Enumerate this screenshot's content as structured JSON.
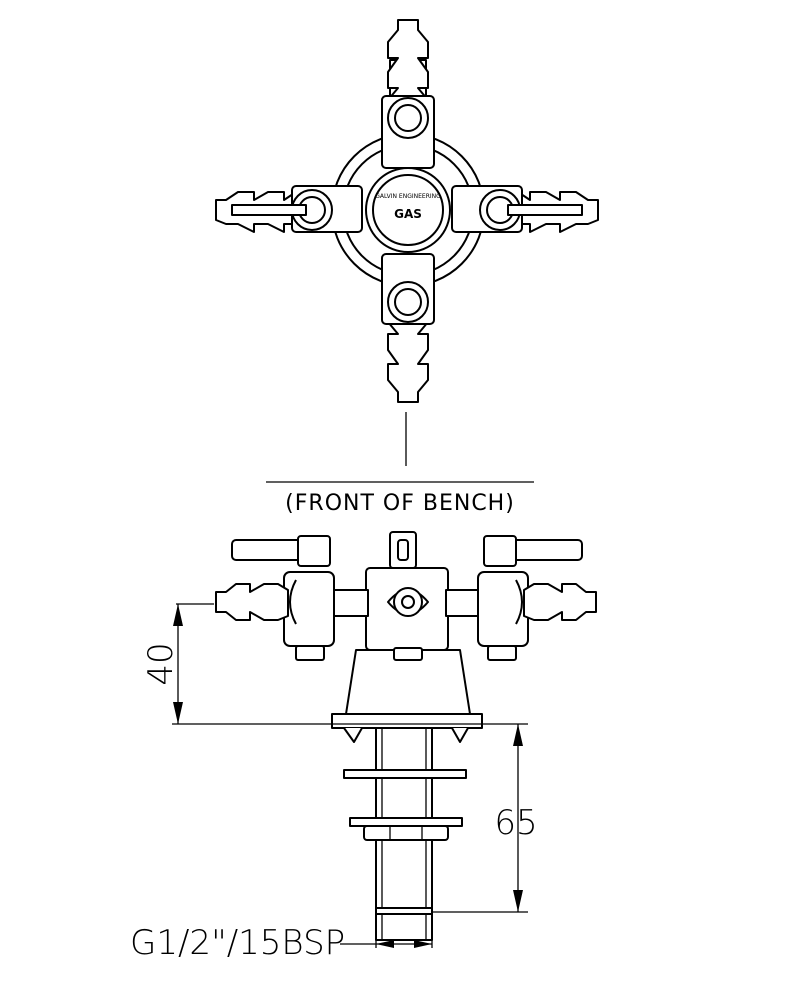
{
  "labels": {
    "front_of_bench": "(FRONT OF BENCH)",
    "thread_spec": "G1/2\"/15BSP",
    "knob_text": "GAS",
    "knob_maker": "GALVIN ENGINEERING"
  },
  "dimensions": {
    "height_above_bench": "40",
    "shank_length": "65"
  }
}
